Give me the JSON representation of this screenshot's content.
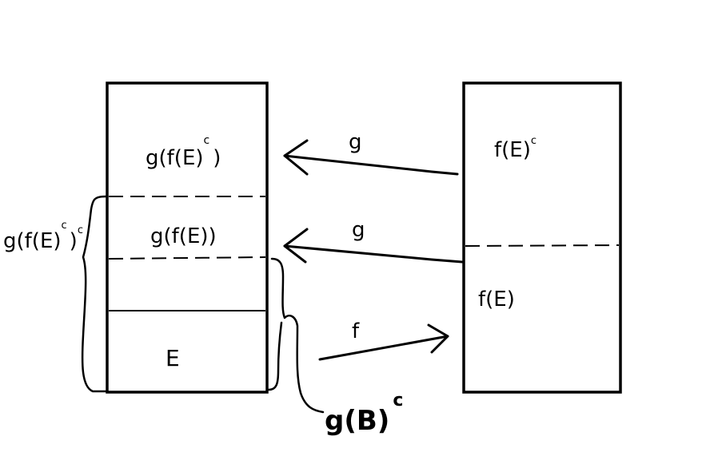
{
  "labels": {
    "left_top": "g(f(E)",
    "left_top_sup": "c",
    "left_top_close": ")",
    "left_mid": "g(f(E))",
    "left_bottom": "E",
    "right_top": "f(E)",
    "right_top_sup": "c",
    "right_bottom": "f(E)",
    "arrow_top": "g",
    "arrow_mid": "g",
    "arrow_bottom": "f",
    "brace_left_base": "g(f(E)",
    "brace_left_sup1": "c",
    "brace_left_close": ")",
    "brace_left_sup2": "c",
    "brace_right_base": "g(B)",
    "brace_right_sup": "c"
  }
}
